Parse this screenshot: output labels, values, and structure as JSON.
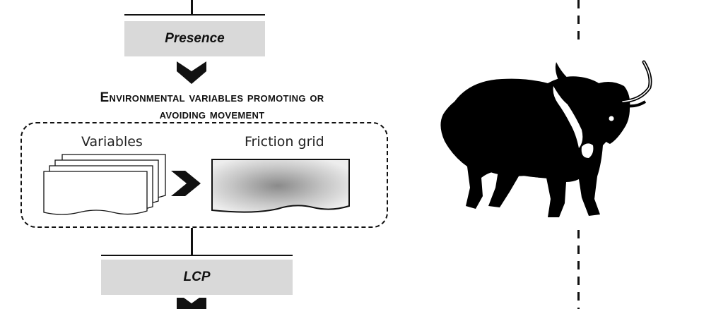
{
  "stages": {
    "presence_label": "Presence",
    "lcp_label": "LCP"
  },
  "panel": {
    "heading_line1": "Environmental variables promoting or",
    "heading_line2": "avoiding movement",
    "variables_label": "Variables",
    "friction_label": "Friction grid"
  },
  "icons": {
    "chevron": "chevron-down-icon",
    "arrow": "chevron-right-icon",
    "animal": "yak-silhouette-icon"
  },
  "colors": {
    "box_fill": "#d9d9d9",
    "stroke": "#111111",
    "background": "#ffffff"
  }
}
